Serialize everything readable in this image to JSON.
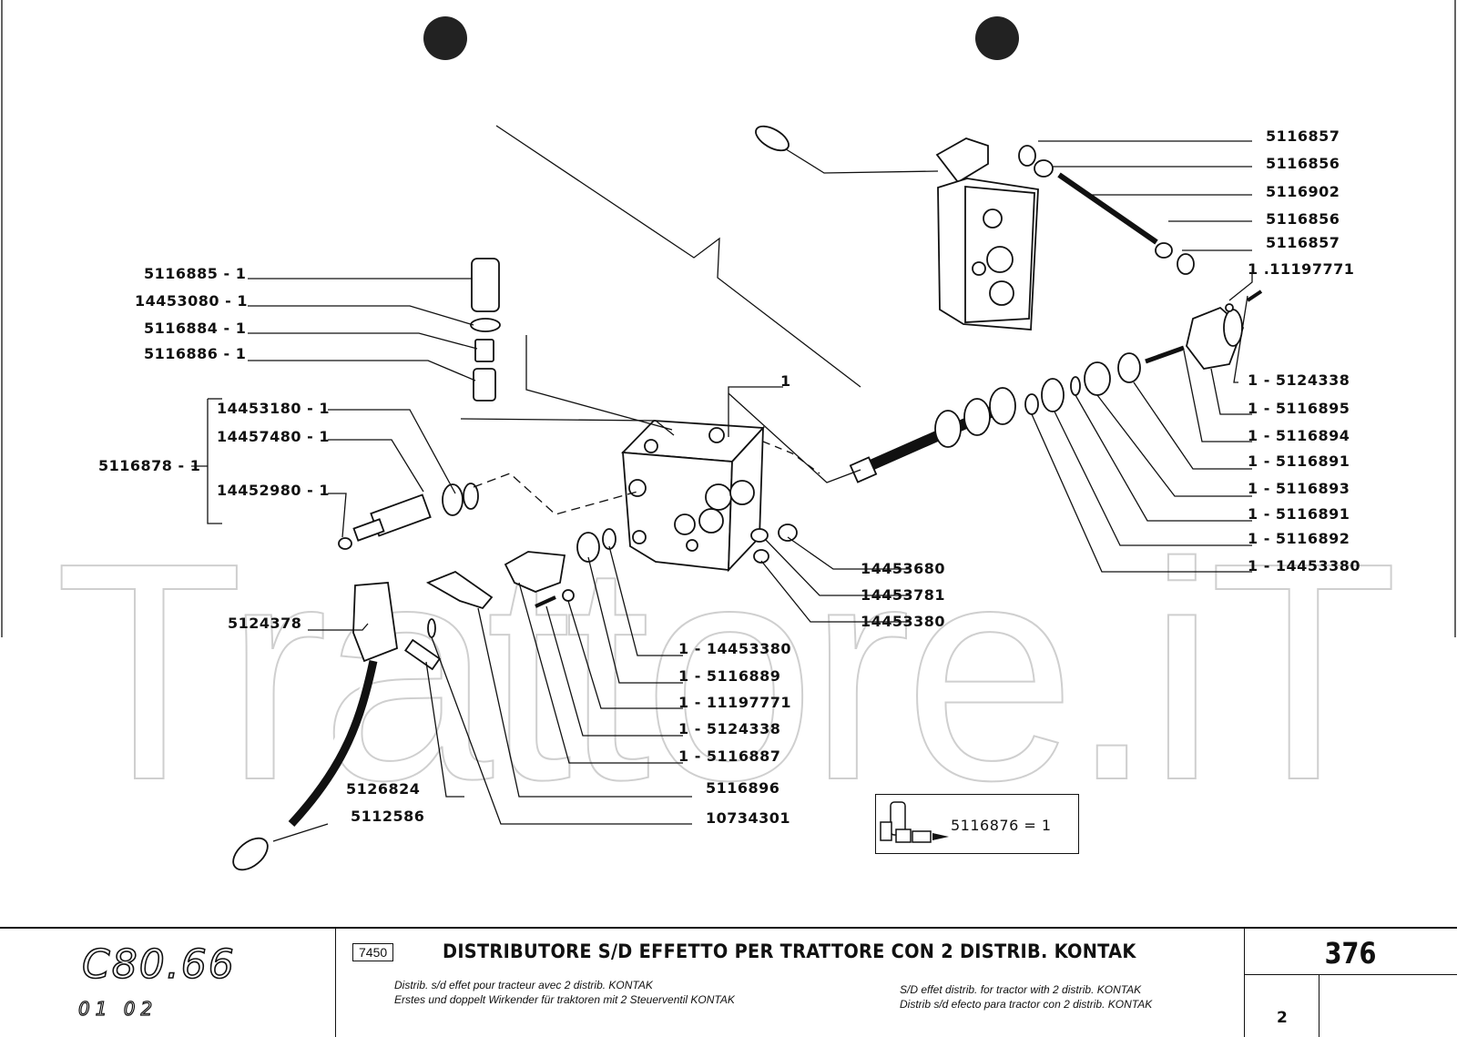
{
  "watermark": "Trattore.iT",
  "callouts": {
    "top_right": [
      "5116857",
      "5116856",
      "5116902",
      "5116856",
      "5116857",
      "1 .11197771"
    ],
    "right": [
      "1 - 5124338",
      "1 - 5116895",
      "1 - 5116894",
      "1 - 5116891",
      "1 - 5116893",
      "1 - 5116891",
      "1 - 5116892",
      "1 - 14453380"
    ],
    "top_left": [
      "5116885 - 1",
      "14453080 - 1",
      "5116884 - 1",
      "5116886 - 1"
    ],
    "group_left": {
      "group": "5116878 - 1",
      "items": [
        "14453180 - 1",
        "14457480 - 1",
        "14452980 - 1"
      ]
    },
    "center_top": "1",
    "seals_mid": [
      "14453680",
      "14453781",
      "14453380"
    ],
    "bottom_mid": [
      "1 - 14453380",
      "1 - 5116889",
      "1 - 11197771",
      "1 - 5124338",
      "1 - 5116887",
      "5116896",
      "10734301"
    ],
    "bottom_left": [
      "5124378",
      "5126824",
      "5112586"
    ]
  },
  "kit": {
    "label": "5116876 = 1"
  },
  "title_block": {
    "model": "C80.66",
    "model_sub": "01 02",
    "group_code": "7450",
    "title_it": "DISTRIBUTORE S/D EFFETTO PER TRATTORE CON 2 DISTRIB. KONTAK",
    "title_fr": "Distrib. s/d effet pour tracteur avec 2 distrib. KONTAK",
    "title_de": "Erstes und doppelt Wirkender für traktoren mit 2 Steuerventil KONTAK",
    "title_en": "S/D effet distrib. for tractor with 2 distrib. KONTAK",
    "title_es": "Distrib s/d efecto para tractor con 2 distrib. KONTAK",
    "page": "376",
    "sheet": "2"
  }
}
